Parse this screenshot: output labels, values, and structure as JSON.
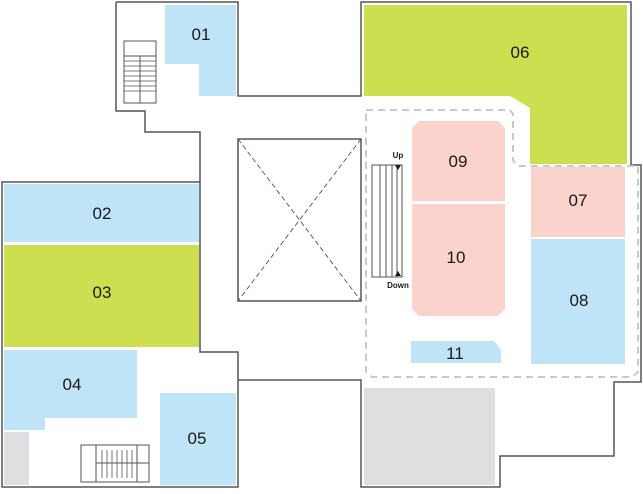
{
  "colors": {
    "blue": "#bfe3f7",
    "green": "#cdde50",
    "pink": "#f9d3cc",
    "gray": "#dedfe0",
    "wall": "#555555",
    "dash": "#c9c9c9"
  },
  "rooms": [
    {
      "id": "01",
      "label": "01",
      "color": "blue"
    },
    {
      "id": "02",
      "label": "02",
      "color": "blue"
    },
    {
      "id": "03",
      "label": "03",
      "color": "green"
    },
    {
      "id": "04",
      "label": "04",
      "color": "blue"
    },
    {
      "id": "05",
      "label": "05",
      "color": "blue"
    },
    {
      "id": "06",
      "label": "06",
      "color": "green"
    },
    {
      "id": "07",
      "label": "07",
      "color": "pink"
    },
    {
      "id": "08",
      "label": "08",
      "color": "blue"
    },
    {
      "id": "09",
      "label": "09",
      "color": "pink"
    },
    {
      "id": "10",
      "label": "10",
      "color": "pink"
    },
    {
      "id": "11",
      "label": "11",
      "color": "blue"
    }
  ],
  "escalator": {
    "up_label": "Up",
    "down_label": "Down"
  }
}
